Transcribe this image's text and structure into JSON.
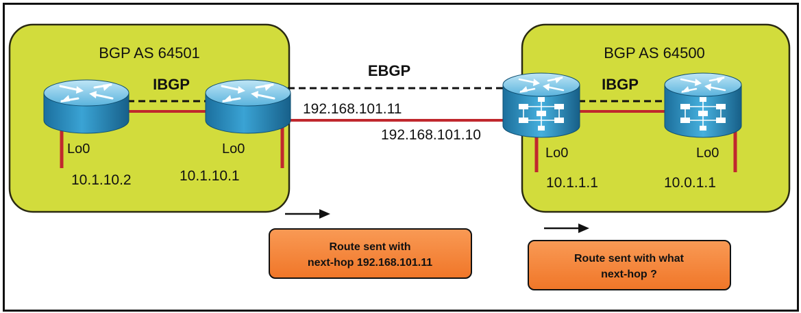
{
  "colors": {
    "as_fill": "#d2dc3c",
    "link_red": "#c0282d",
    "note_orange": "#f7843a",
    "router_blue": "#2a8fc0"
  },
  "as_left": {
    "title": "BGP AS 64501",
    "ibgp_label": "IBGP",
    "router_a": {
      "lo_label": "Lo0",
      "lo_ip": "10.1.10.2"
    },
    "router_b": {
      "lo_label": "Lo0",
      "lo_ip": "10.1.10.1"
    }
  },
  "as_right": {
    "title": "BGP AS 64500",
    "ibgp_label": "IBGP",
    "router_c": {
      "lo_label": "Lo0",
      "lo_ip": "10.1.1.1"
    },
    "router_d": {
      "lo_label": "Lo0",
      "lo_ip": "10.0.1.1"
    }
  },
  "ebgp": {
    "label": "EBGP",
    "left_ip": "192.168.101.11",
    "right_ip": "192.168.101.10"
  },
  "notes": {
    "left": {
      "line1": "Route sent with",
      "line2": "next-hop 192.168.101.11"
    },
    "right": {
      "line1": "Route sent with what",
      "line2": "next-hop ?"
    }
  },
  "icons": {
    "router_classic": "router-icon",
    "router_multilayer": "multilayer-switch-icon",
    "arrow": "arrow-right-icon"
  }
}
